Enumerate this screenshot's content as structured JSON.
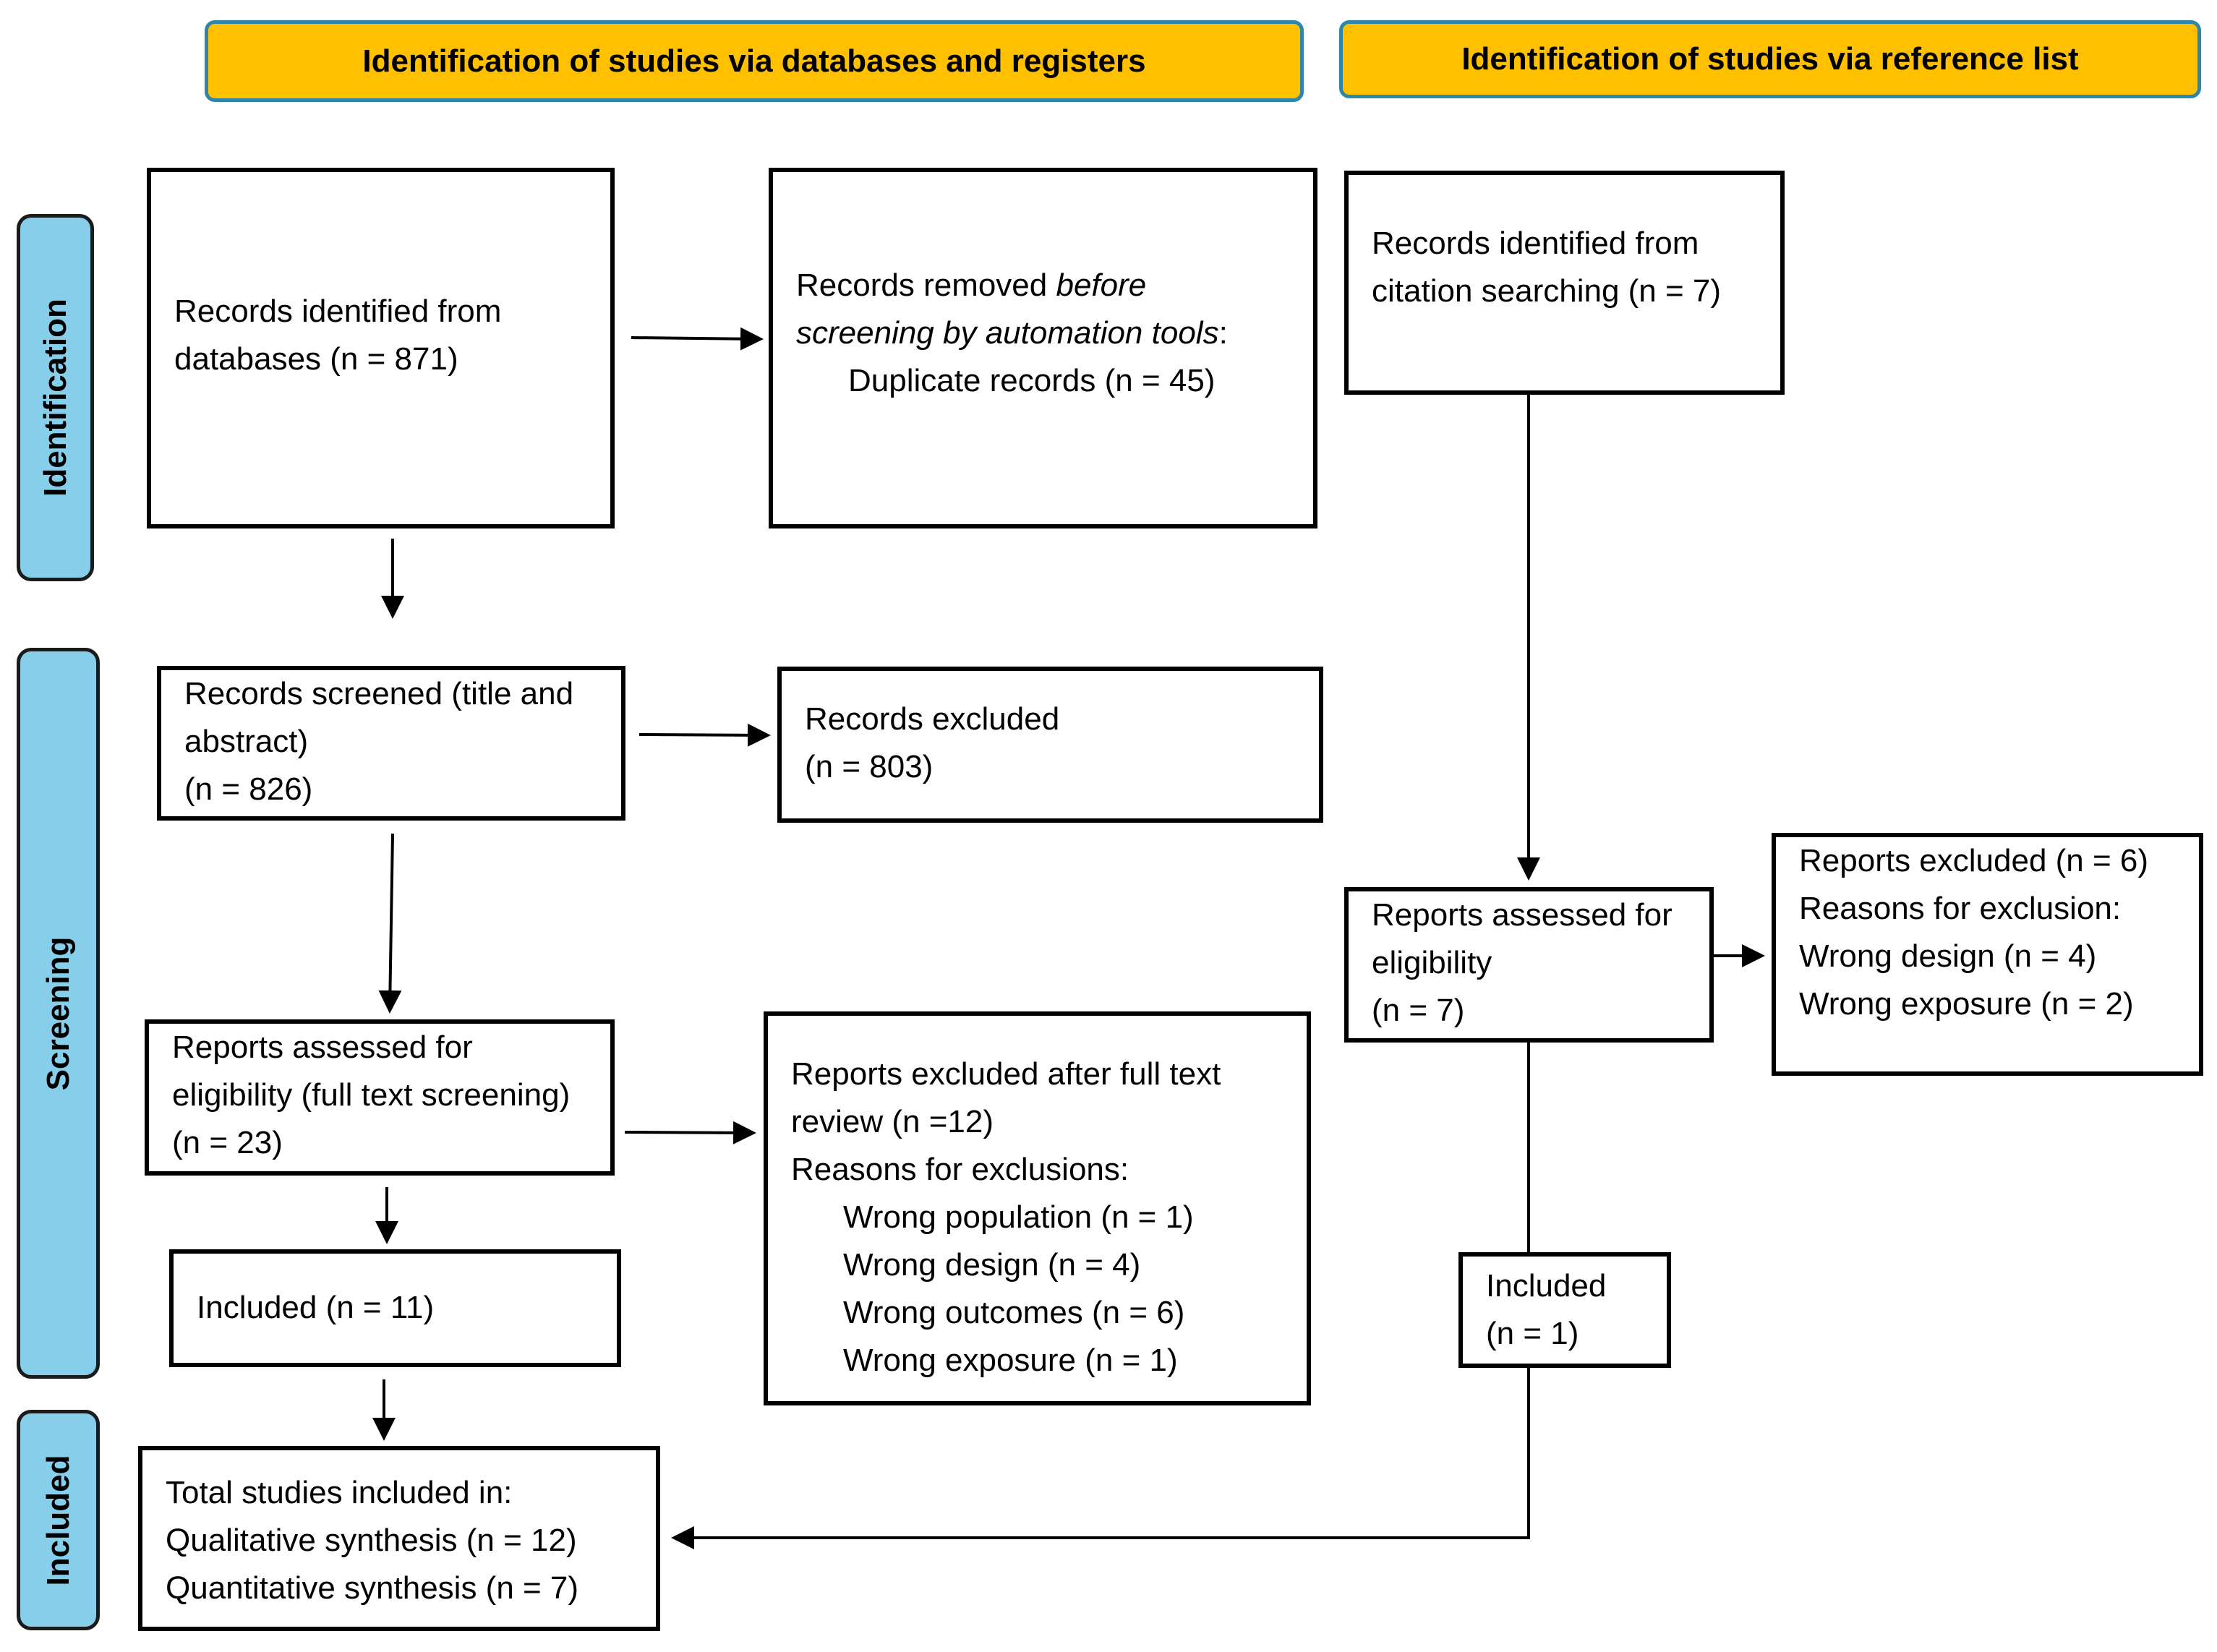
{
  "headers": {
    "databases": "Identification of studies via databases and registers",
    "reference": "Identification of studies via reference list"
  },
  "phases": {
    "identification": "Identification",
    "screening": "Screening",
    "included": "Included"
  },
  "boxes": {
    "db_identified": {
      "line1": "Records identified from",
      "line2": "databases (n = 871)"
    },
    "removed": {
      "line1_a": "Records removed ",
      "line1_b": "before",
      "line2": "screening by automation tools",
      "line2_suffix": ":",
      "line3": "Duplicate records (n = 45)"
    },
    "citation": {
      "line1": "Records identified from",
      "line2": "citation searching (n = 7)"
    },
    "screened": {
      "line1": "Records screened (title and",
      "line2": "abstract)",
      "line3": "(n = 826)"
    },
    "excluded": {
      "line1": "Records excluded",
      "line2": "(n = 803)"
    },
    "assessed_db": {
      "line1": "Reports assessed for",
      "line2": "eligibility (full text screening)",
      "line3": "(n = 23)"
    },
    "excluded_fulltext": {
      "line1": "Reports excluded after full text",
      "line2": "review (n =12)",
      "line3": "Reasons for exclusions:",
      "reasons": [
        "Wrong population (n = 1)",
        "Wrong design (n = 4)",
        "Wrong outcomes (n = 6)",
        "Wrong exposure (n = 1)"
      ]
    },
    "included_db": {
      "line1": "Included (n = 11)"
    },
    "assessed_ref": {
      "line1": "Reports assessed for",
      "line2": "eligibility",
      "line3": "(n = 7)"
    },
    "excluded_ref": {
      "line1": "Reports excluded (n = 6)",
      "line2": "Reasons for exclusion:",
      "line3": "Wrong design (n = 4)",
      "line4": "Wrong exposure (n = 2)"
    },
    "included_ref": {
      "line1": "Included",
      "line2": "(n = 1)"
    },
    "total": {
      "line1": "Total studies included in:",
      "line2": "Qualitative synthesis (n = 12)",
      "line3": "Quantitative synthesis (n = 7)"
    }
  },
  "colors": {
    "header_fill": "#FFC000",
    "header_border": "#2E86AB",
    "phase_fill": "#87CEEB",
    "box_border": "#000000"
  }
}
